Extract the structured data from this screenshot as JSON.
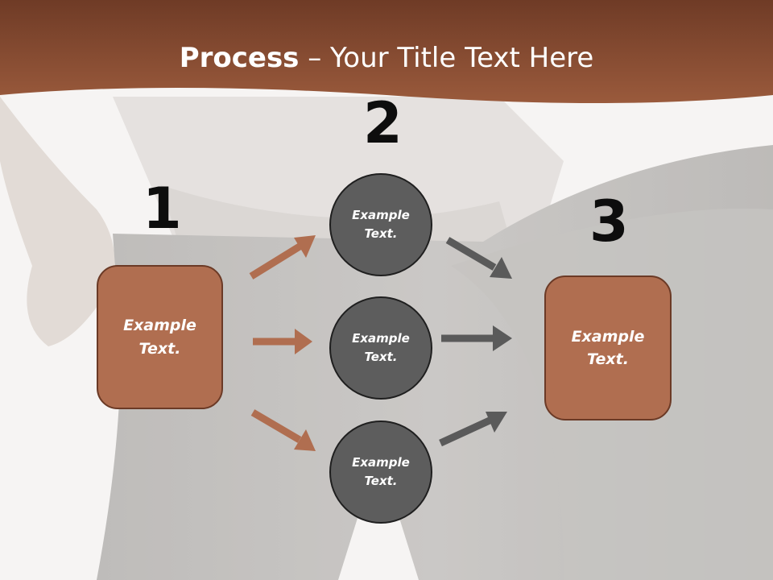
{
  "title": {
    "bold": "Process",
    "rest": " – Your Title Text Here"
  },
  "steps": {
    "one": "1",
    "two": "2",
    "three": "3"
  },
  "boxes": {
    "left": "Example Text.",
    "right": "Example Text."
  },
  "circles": {
    "top": "Example Text.",
    "middle": "Example Text.",
    "bottom": "Example Text."
  },
  "colors": {
    "banner": "#8b4a30",
    "box": "#b06e50",
    "circle": "#5d5d5d",
    "arrow_left": "#b06e50",
    "arrow_right": "#5a5a5a"
  }
}
